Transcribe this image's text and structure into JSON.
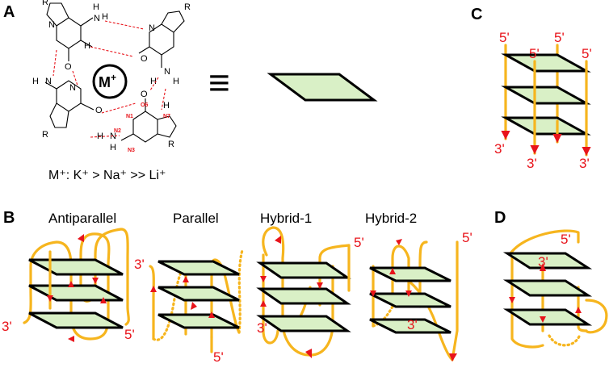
{
  "panels": {
    "A": {
      "label": "A",
      "metal_ion": "M",
      "metal_ion_charge": "+",
      "equivalence_symbol": "≡",
      "ion_caption": "M⁺: K⁺ > Na⁺ >> Li⁺",
      "atom_labels": {
        "N1": "N1",
        "N2": "N2",
        "N3": "N3",
        "N7": "N7",
        "O6": "O6"
      }
    },
    "B": {
      "label": "B",
      "topologies": [
        "Antiparallel",
        "Parallel",
        "Hybrid-1",
        "Hybrid-2"
      ]
    },
    "C": {
      "label": "C"
    },
    "D": {
      "label": "D"
    }
  },
  "strand_ends": {
    "five_prime": "5'",
    "three_prime": "3'"
  },
  "colors": {
    "tetrad_fill": "#d9f0c6",
    "strand": "#f6b51e",
    "arrow": "#e8141b",
    "hbond": "#e8141b",
    "end_label": "#e8141b"
  }
}
